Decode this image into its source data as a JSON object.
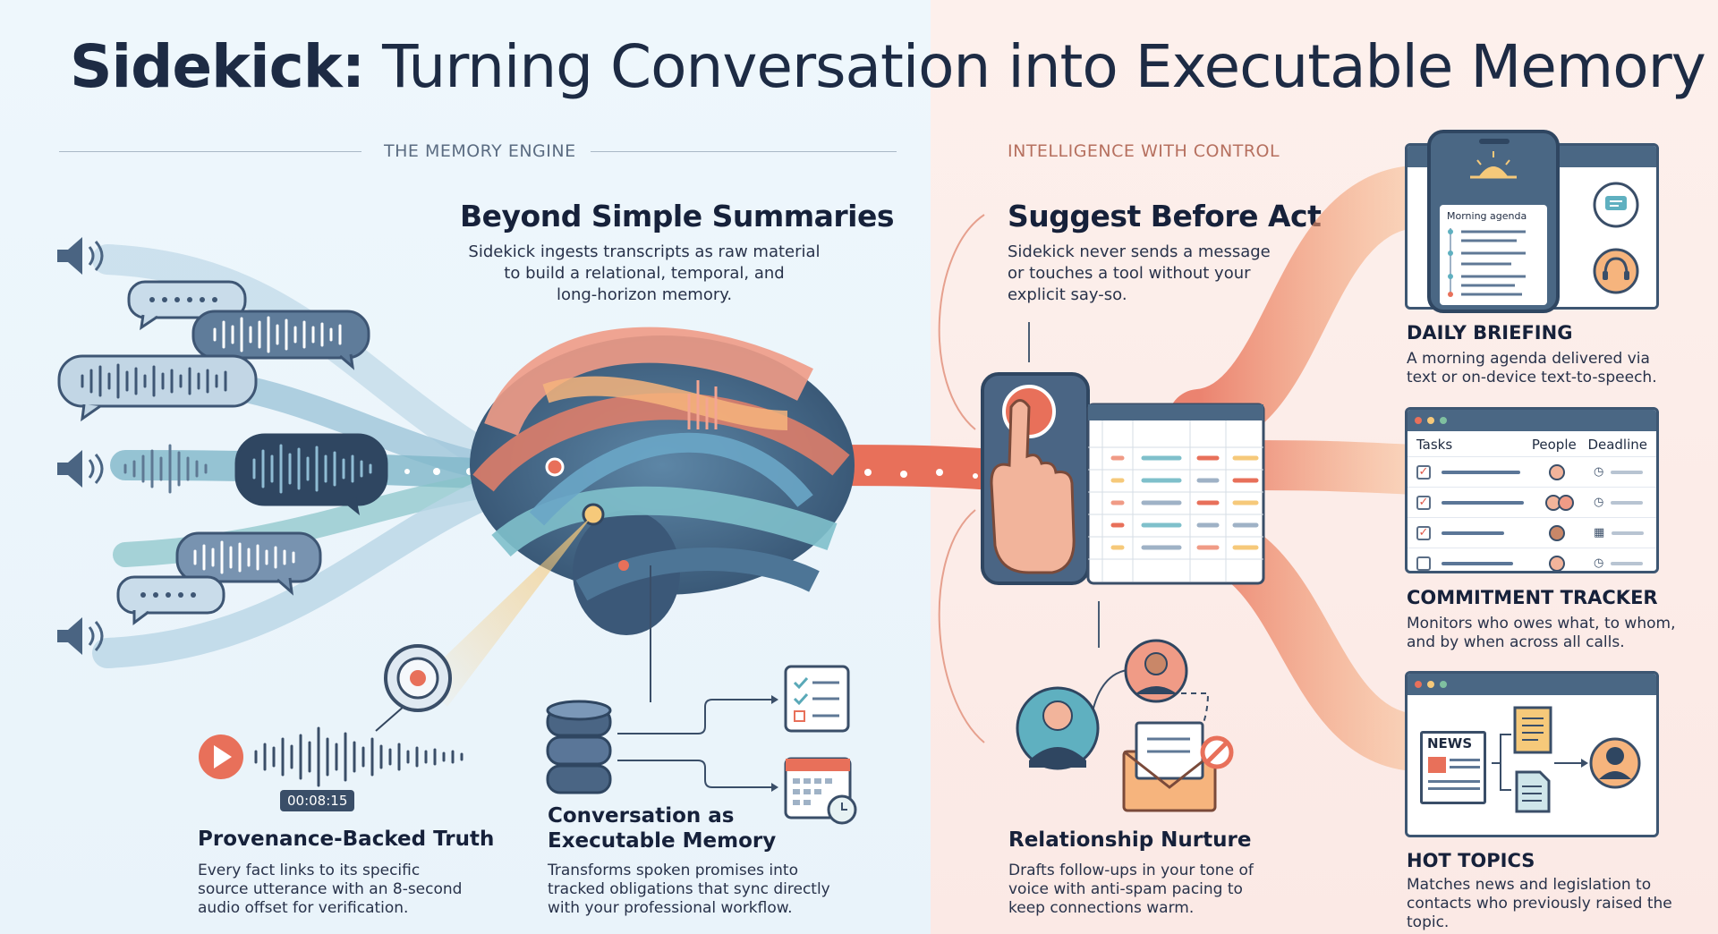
{
  "title": {
    "bold": "Sidekick:",
    "rest": " Turning Conversation into Executable Memory"
  },
  "left_section": {
    "label": "THE MEMORY ENGINE",
    "heading": "Beyond Simple Summaries",
    "description_lines": [
      "Sidekick ingests transcripts as raw material",
      "to build a relational, temporal, and",
      "long-horizon memory."
    ],
    "timestamp": "00:08:15",
    "provenance": {
      "title": "Provenance-Backed Truth",
      "lines": [
        "Every fact links to its specific",
        "source utterance with an 8-second",
        "audio offset for verification."
      ]
    },
    "executable": {
      "title_lines": [
        "Conversation as",
        "Executable Memory"
      ],
      "lines": [
        "Transforms spoken promises into",
        "tracked obligations that sync directly",
        "with your professional workflow."
      ]
    }
  },
  "right_section": {
    "label": "INTELLIGENCE WITH CONTROL",
    "heading": "Suggest Before Act",
    "description_lines": [
      "Sidekick never sends a message",
      "or touches a tool without your",
      "explicit say-so."
    ],
    "relationship": {
      "title": "Relationship Nurture",
      "lines": [
        "Drafts follow-ups in your tone of",
        "voice with anti-spam pacing to",
        "keep connections warm."
      ]
    }
  },
  "features": {
    "daily_briefing": {
      "title": "DAILY BRIEFING",
      "lines": [
        "A morning agenda delivered via",
        "text or on-device text-to-speech."
      ],
      "phone_label": "Morning agenda"
    },
    "commitment_tracker": {
      "title": "COMMITMENT TRACKER",
      "lines": [
        "Monitors who owes what, to whom,",
        "and by when across all calls."
      ],
      "columns": [
        "Tasks",
        "People",
        "Deadline"
      ]
    },
    "hot_topics": {
      "title": "HOT TOPICS",
      "lines": [
        "Matches news and legislation to",
        "contacts who previously raised the topic."
      ],
      "news_label": "NEWS"
    }
  },
  "colors": {
    "navy": "#1d2b44",
    "slate": "#3d5672",
    "coral": "#e8705a",
    "teal": "#5fb0c0",
    "orange": "#f3a25b",
    "left_bg": "#eef7fc",
    "right_bg": "#fdf0ec"
  }
}
